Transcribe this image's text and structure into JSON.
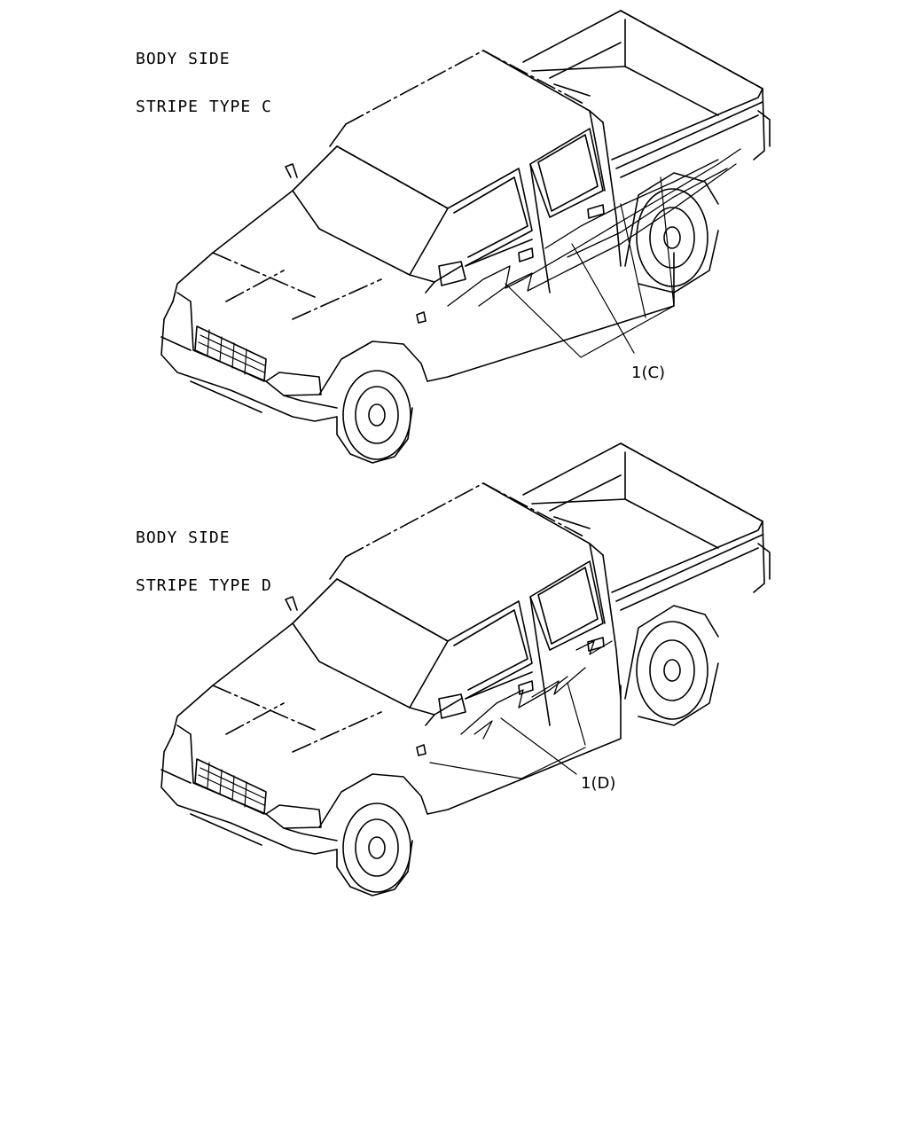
{
  "diagram_c": {
    "heading_line1": "BODY SIDE",
    "heading_line2": "STRIPE TYPE C",
    "callout": "1(C)"
  },
  "diagram_d": {
    "heading_line1": "BODY SIDE",
    "heading_line2": "STRIPE TYPE D",
    "callout": "1(D)"
  }
}
